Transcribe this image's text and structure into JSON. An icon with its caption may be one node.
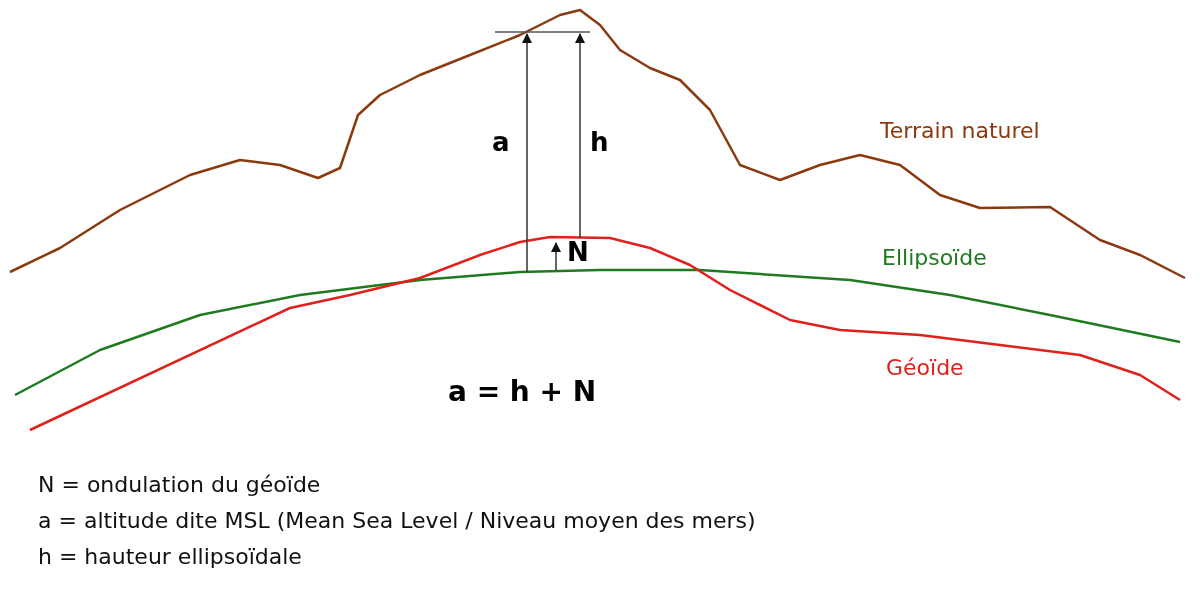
{
  "diagram": {
    "labels": [
      "a",
      "h",
      "Terrain naturel",
      "N",
      "Ellipsoïde",
      "Géoïde",
      "a = h + N",
      "N = ondulation du géoïde",
      "a = altitude dite MSL (Mean Sea Level / Niveau moyen des mers)",
      "h = hauteur ellipsoïdale"
    ]
  }
}
